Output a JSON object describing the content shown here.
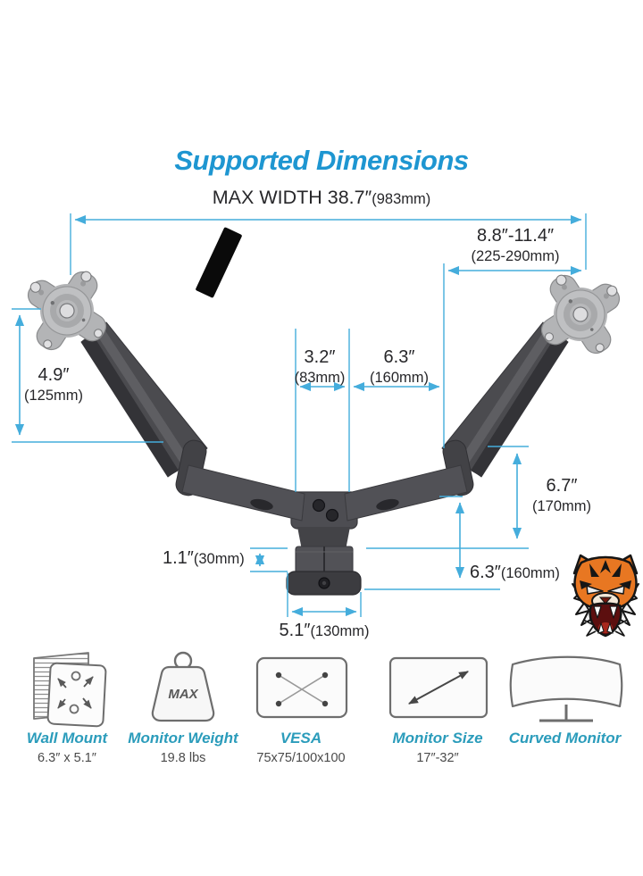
{
  "title": "Supported Dimensions",
  "header": {
    "max_width_label": "MAX WIDTH 38.7″",
    "max_width_mm": "(983mm)"
  },
  "dims": {
    "arm_range": {
      "inch": "8.8″-11.4″",
      "mm": "(225-290mm)"
    },
    "offset_a": {
      "inch": "3.2″",
      "mm": "(83mm)"
    },
    "offset_b": {
      "inch": "6.3″",
      "mm": "(160mm)"
    },
    "vesa_plate_height": {
      "inch": "4.9″",
      "mm": "(125mm)"
    },
    "elbow_drop": {
      "inch": "6.7″",
      "mm": "(170mm)"
    },
    "wall_plate_gap": {
      "inch": "1.1″",
      "mm": "(30mm)"
    },
    "lower_extension": {
      "inch": "6.3″",
      "mm": "(160mm)"
    },
    "wall_plate_width": {
      "inch": "5.1″",
      "mm": "(130mm)"
    }
  },
  "specs": [
    {
      "label": "Wall Mount",
      "value": "6.3″ x 5.1″"
    },
    {
      "label": "Monitor Weight",
      "value": "19.8 lbs",
      "icon_text": "MAX"
    },
    {
      "label": "VESA",
      "value": "75x75/100x100"
    },
    {
      "label": "Monitor Size",
      "value": "17″-32″"
    },
    {
      "label": "Curved Monitor",
      "value": ""
    }
  ],
  "colors": {
    "title_blue": "#1e96d1",
    "dimension_cyan": "#45addc",
    "label_teal": "#2b9cbb",
    "tiger_orange": "#e87722"
  }
}
